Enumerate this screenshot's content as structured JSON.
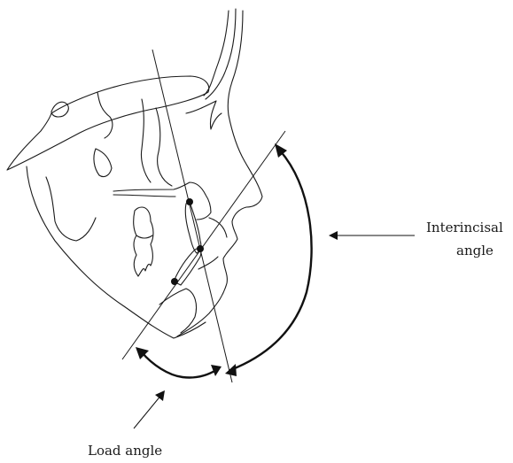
{
  "labels": {
    "interincisal_line1": "Interincisal",
    "interincisal_line2": "angle",
    "load_angle": "Load angle"
  }
}
